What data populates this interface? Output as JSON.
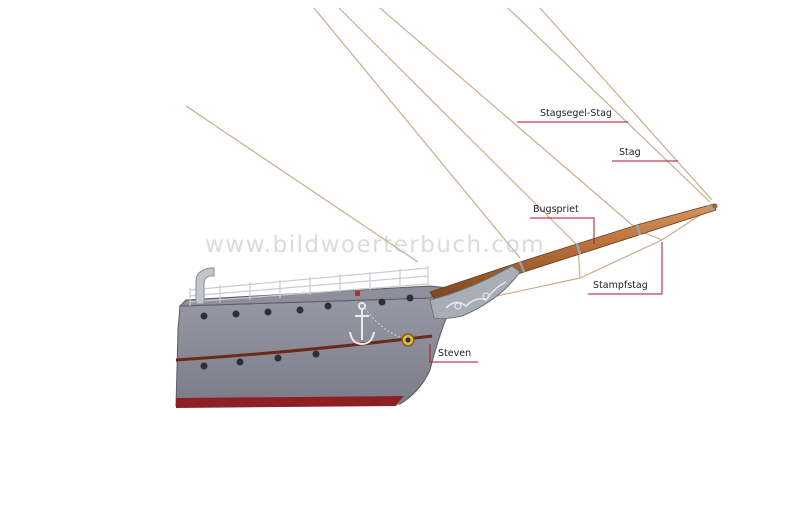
{
  "watermark": "www.bildwoerterbuch.com",
  "labels": {
    "stagsegel_stag": "Stagsegel-Stag",
    "stag": "Stag",
    "bugspriet": "Bugspriet",
    "stampfstag": "Stampfstag",
    "steven": "Steven"
  },
  "colors": {
    "hull": "#8a8a96",
    "hull_dark": "#6a6a76",
    "rail": "#c8ccd2",
    "wale": "#6b2a1c",
    "waterline": "#8e1f24",
    "bowsprit": "#b06a38",
    "rigging": "#c9ad85",
    "callout": "#b0122a"
  }
}
